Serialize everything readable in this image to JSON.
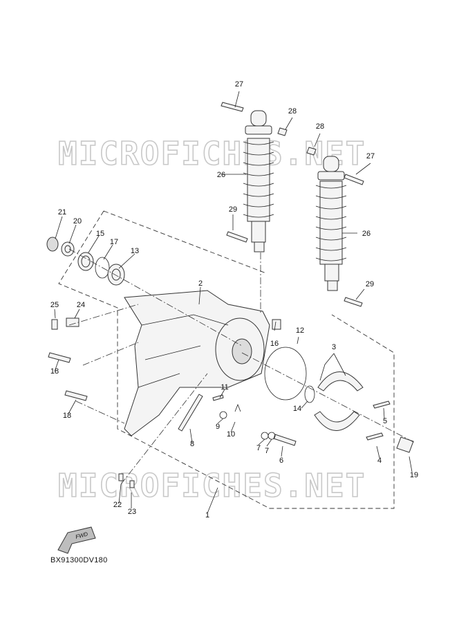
{
  "watermark": {
    "text": "MICROFICHES.NET"
  },
  "diagram_code": "BX91300DV180",
  "fwd_label": "FWD",
  "callouts": [
    "27",
    "28",
    "28",
    "27",
    "26",
    "26",
    "29",
    "29",
    "21",
    "20",
    "15",
    "17",
    "13",
    "2",
    "25",
    "24",
    "16",
    "12",
    "3",
    "18",
    "18",
    "11",
    "9",
    "10",
    "8",
    "7",
    "7",
    "6",
    "14",
    "5",
    "4",
    "19",
    "22",
    "23",
    "1"
  ]
}
